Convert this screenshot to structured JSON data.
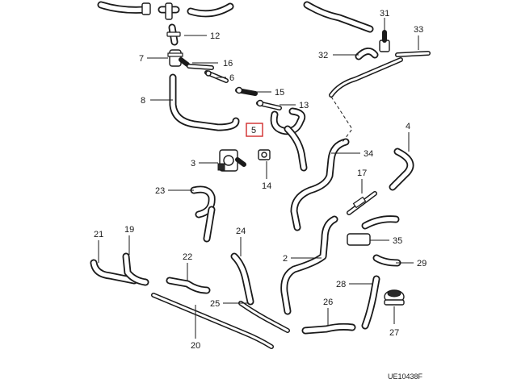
{
  "diagram": {
    "reference_code": "UE10438F",
    "highlighted_callout": "5",
    "highlight_color": "#d12a2a",
    "callouts": {
      "c2": "2",
      "c3": "3",
      "c4": "4",
      "c5": "5",
      "c6": "6",
      "c7": "7",
      "c8": "8",
      "c12": "12",
      "c13": "13",
      "c14": "14",
      "c15": "15",
      "c16": "16",
      "c17": "17",
      "c19": "19",
      "c20": "20",
      "c21": "21",
      "c22": "22",
      "c23": "23",
      "c24": "24",
      "c25": "25",
      "c26": "26",
      "c27": "27",
      "c28": "28",
      "c29": "29",
      "c31": "31",
      "c32": "32",
      "c33": "33",
      "c34": "34",
      "c35": "35"
    }
  }
}
